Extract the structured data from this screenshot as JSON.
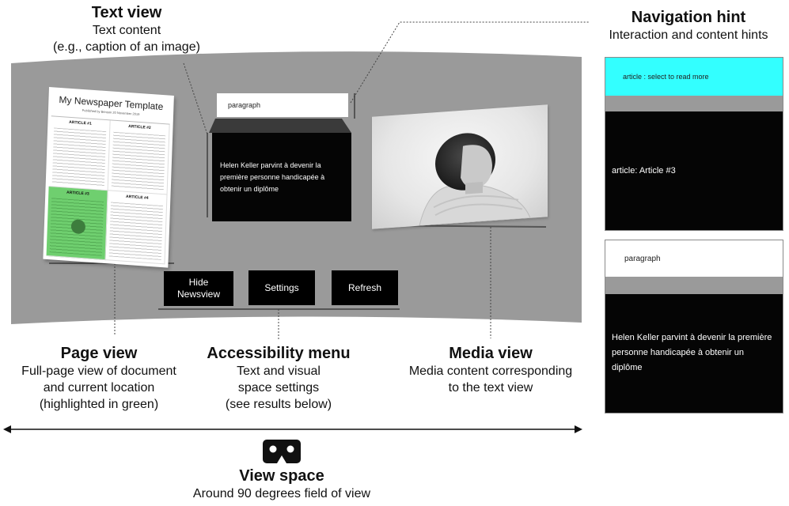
{
  "labels": {
    "text_view": {
      "title": "Text view",
      "desc1": "Text content",
      "desc2": "(e.g., caption of an image)"
    },
    "navigation_hint": {
      "title": "Navigation hint",
      "desc1": "Interaction and content hints"
    },
    "page_view": {
      "title": "Page view",
      "desc1": "Full-page view of document",
      "desc2": "and current location",
      "desc3": "(highlighted in green)"
    },
    "accessibility_menu": {
      "title": "Accessibility menu",
      "desc1": "Text and visual",
      "desc2": "space settings",
      "desc3": "(see results below)"
    },
    "media_view": {
      "title": "Media view",
      "desc1": "Media content corresponding",
      "desc2": "to the text view"
    },
    "view_space": {
      "title": "View space",
      "desc1": "Around 90 degrees field of view"
    }
  },
  "newspaper": {
    "title": "My Newspaper Template",
    "published": "Published by Benson 20 November 2019",
    "articles": [
      "ARTICLE #1",
      "ARTICLE #2",
      "ARTICLE #3",
      "ARTICLE #4"
    ]
  },
  "text_view_panel": {
    "label": "paragraph",
    "text": "Helen Keller parvint à devenir la première personne handicapée à obtenir un diplôme"
  },
  "buttons": {
    "hide_line1": "Hide",
    "hide_line2": "Newsview",
    "settings": "Settings",
    "refresh": "Refresh"
  },
  "nav_panel": {
    "hint": "article : select to read more",
    "card": "article: Article #3"
  },
  "para_panel": {
    "label": "paragraph",
    "text": "Helen Keller parvint à devenir la première personne handicapée à obtenir un diplôme"
  },
  "colors": {
    "panel_grey": "#9a9a9a",
    "highlight_green": "#6fcf6f",
    "hint_cyan": "#33ffff",
    "card_black": "#050505"
  },
  "icons": {
    "view_space": "vr-headset-icon"
  }
}
